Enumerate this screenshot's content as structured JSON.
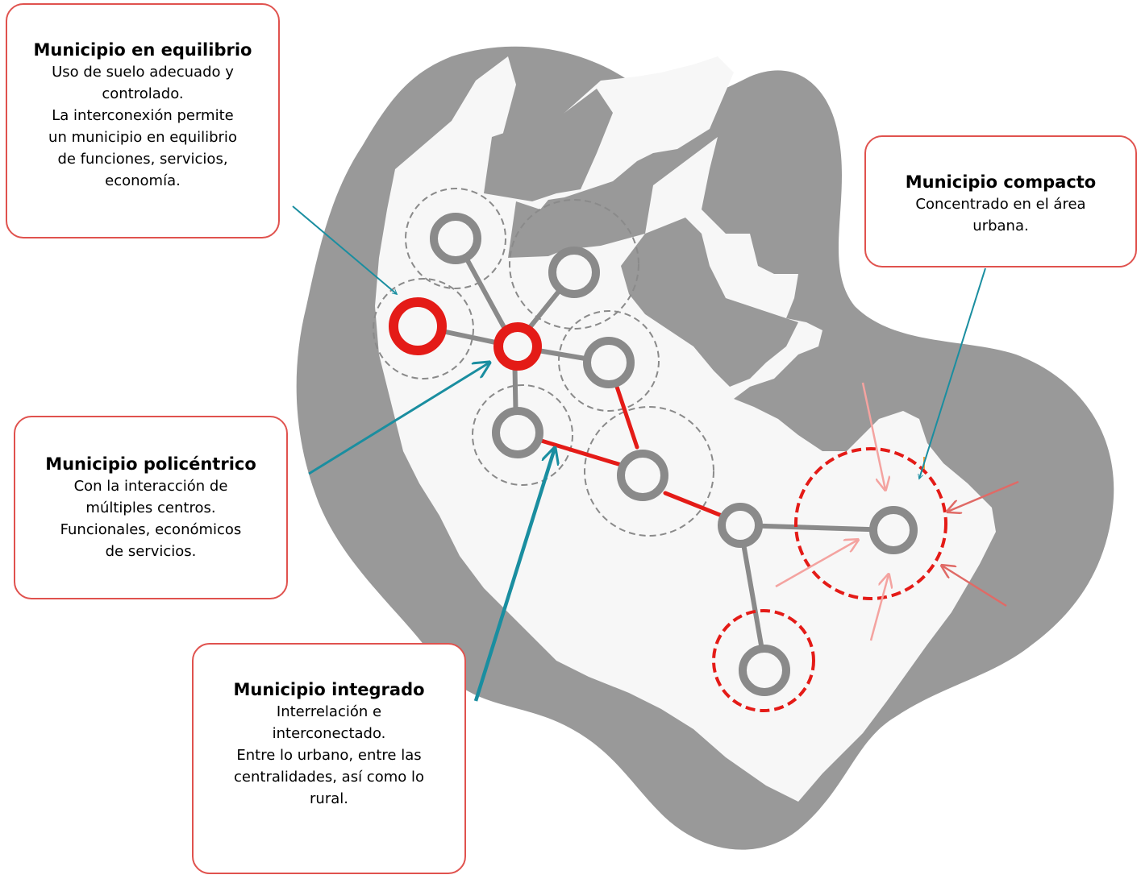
{
  "callouts": {
    "equilibrio": {
      "title": "Municipio en equilibrio",
      "lines": [
        "Uso de suelo adecuado y",
        "controlado.",
        "La interconexión permite",
        "un municipio en equilibrio",
        "de funciones, servicios,",
        "economía."
      ]
    },
    "compacto": {
      "title": "Municipio compacto",
      "lines": [
        "Concentrado en el área",
        "urbana."
      ]
    },
    "policentrico": {
      "title": "Municipio policéntrico",
      "lines": [
        "Con la interacción de",
        "múltiples centros.",
        "Funcionales, económicos",
        "de servicios."
      ]
    },
    "integrado": {
      "title": "Municipio integrado",
      "lines": [
        "Interrelación e",
        "interconectado.",
        "Entre lo urbano, entre las",
        "centralidades, así como  lo",
        "rural."
      ]
    }
  },
  "colors": {
    "callout_border": "#e0524e",
    "arrow": "#1a8ea0",
    "highlight": "#e41b17",
    "pressure_arrow": "#f4a3a0",
    "land": "#999999",
    "urban": "#f7f7f7",
    "node": "#8a8a8a"
  }
}
